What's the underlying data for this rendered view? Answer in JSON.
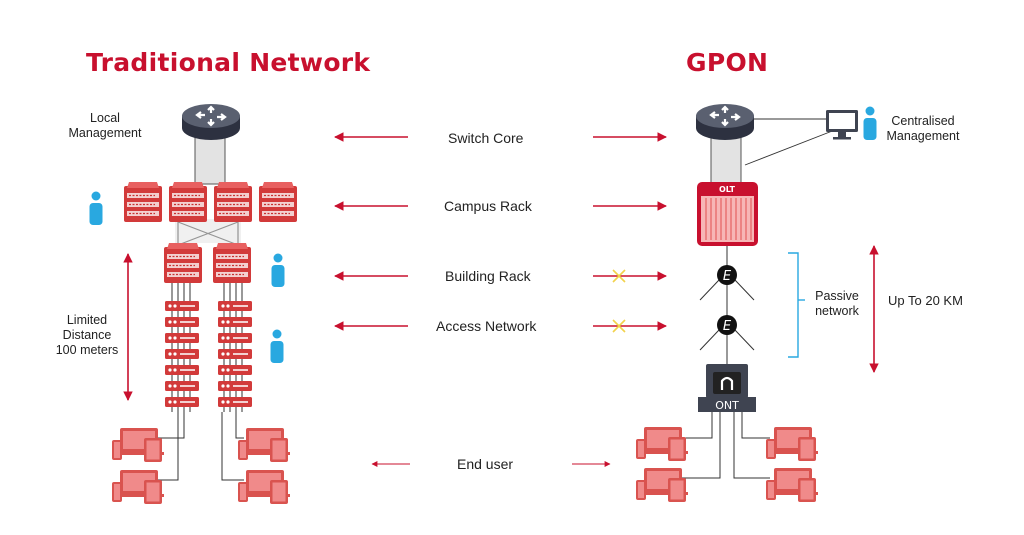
{
  "titles": {
    "traditional": "Traditional Network",
    "gpon": "GPON"
  },
  "layers": [
    {
      "name": "Switch Core"
    },
    {
      "name": "Campus Rack"
    },
    {
      "name": "Building Rack"
    },
    {
      "name": "Access Network"
    },
    {
      "name": "End user"
    }
  ],
  "traditional": {
    "local_management": [
      "Local",
      "Management"
    ],
    "limited_distance": [
      "Limited",
      "Distance",
      "100 meters"
    ]
  },
  "gpon": {
    "centralised_management": [
      "Centralised",
      "Management"
    ],
    "olt_label": "OLT",
    "splitter_label": "E",
    "ont_label": "ONT",
    "passive_network": [
      "Passive",
      "network"
    ],
    "distance": "Up To 20 KM"
  },
  "colors": {
    "brand_red": "#c8102e",
    "device_red": "#d9534f",
    "light_red": "#f08a8a",
    "person_blue": "#29a8e0",
    "bracket_blue": "#29a8e0",
    "router_dark": "#3f4451",
    "tube_gray": "#e3e3e3",
    "cross_yellow": "#f2d24b"
  },
  "icons": [
    "router-icon",
    "switch-rack-icon",
    "server-icon",
    "olt-icon",
    "splitter-icon",
    "ont-icon",
    "monitor-icon",
    "person-icon",
    "device-group-icon"
  ]
}
